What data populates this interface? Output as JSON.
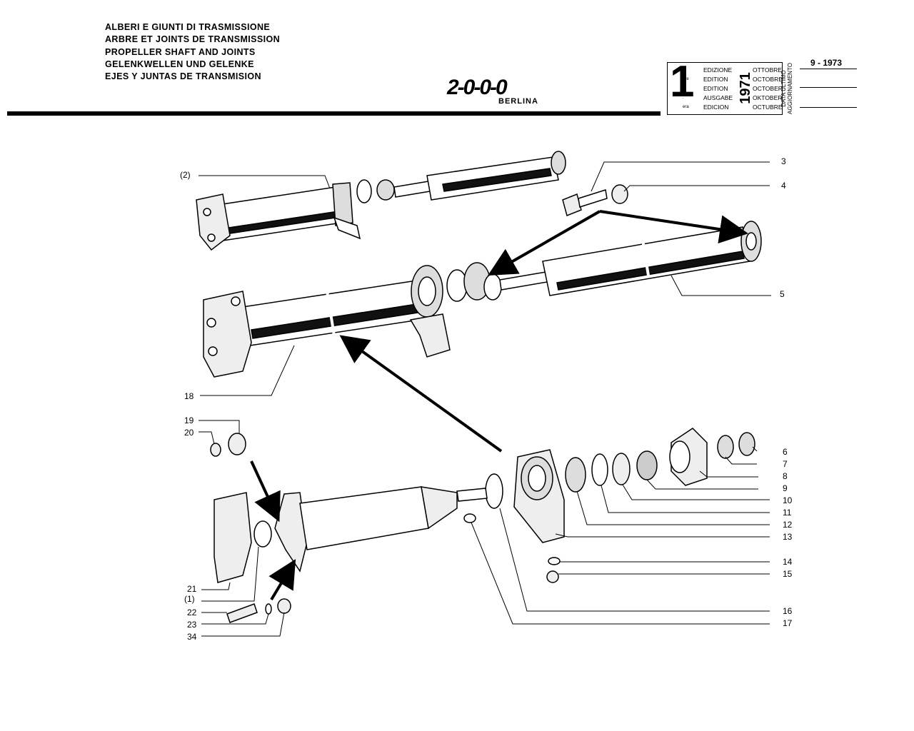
{
  "header": {
    "titles": [
      "ALBERI E GIUNTI DI TRASMISSIONE",
      "ARBRE ET JOINTS DE TRANSMISSION",
      "PROPELLER SHAFT AND JOINTS",
      "GELENKWELLEN UND GELENKE",
      "EJES Y JUNTAS DE TRANSMISION"
    ],
    "logo": "2-0-0-0",
    "logo_sub": "BERLINA"
  },
  "edition": {
    "number": "1",
    "suffixes": [
      "a",
      "ère",
      "st",
      ".",
      "era"
    ],
    "languages": [
      "EDIZIONE",
      "EDITION",
      "EDITION",
      "AUSGABE",
      "EDICION"
    ],
    "months": [
      "OTTOBRE",
      "OCTOBRE",
      "OCTOBER",
      "OKTOBER",
      "OCTUBRE"
    ],
    "year": "1971",
    "update_label_1": "DATA ULTIMO",
    "update_label_2": "AGGIORNAMENTO",
    "update_date": "9 - 1973"
  },
  "callouts": {
    "c2": "(2)",
    "c3": "3",
    "c4": "4",
    "c5": "5",
    "c6": "6",
    "c7": "7",
    "c8": "8",
    "c9": "9",
    "c10": "10",
    "c11": "11",
    "c12": "12",
    "c13": "13",
    "c14": "14",
    "c15": "15",
    "c16": "16",
    "c17": "17",
    "c18": "18",
    "c19": "19",
    "c20": "20",
    "c21": "21",
    "c1": "(1)",
    "c22": "22",
    "c23": "23",
    "c34": "34"
  }
}
